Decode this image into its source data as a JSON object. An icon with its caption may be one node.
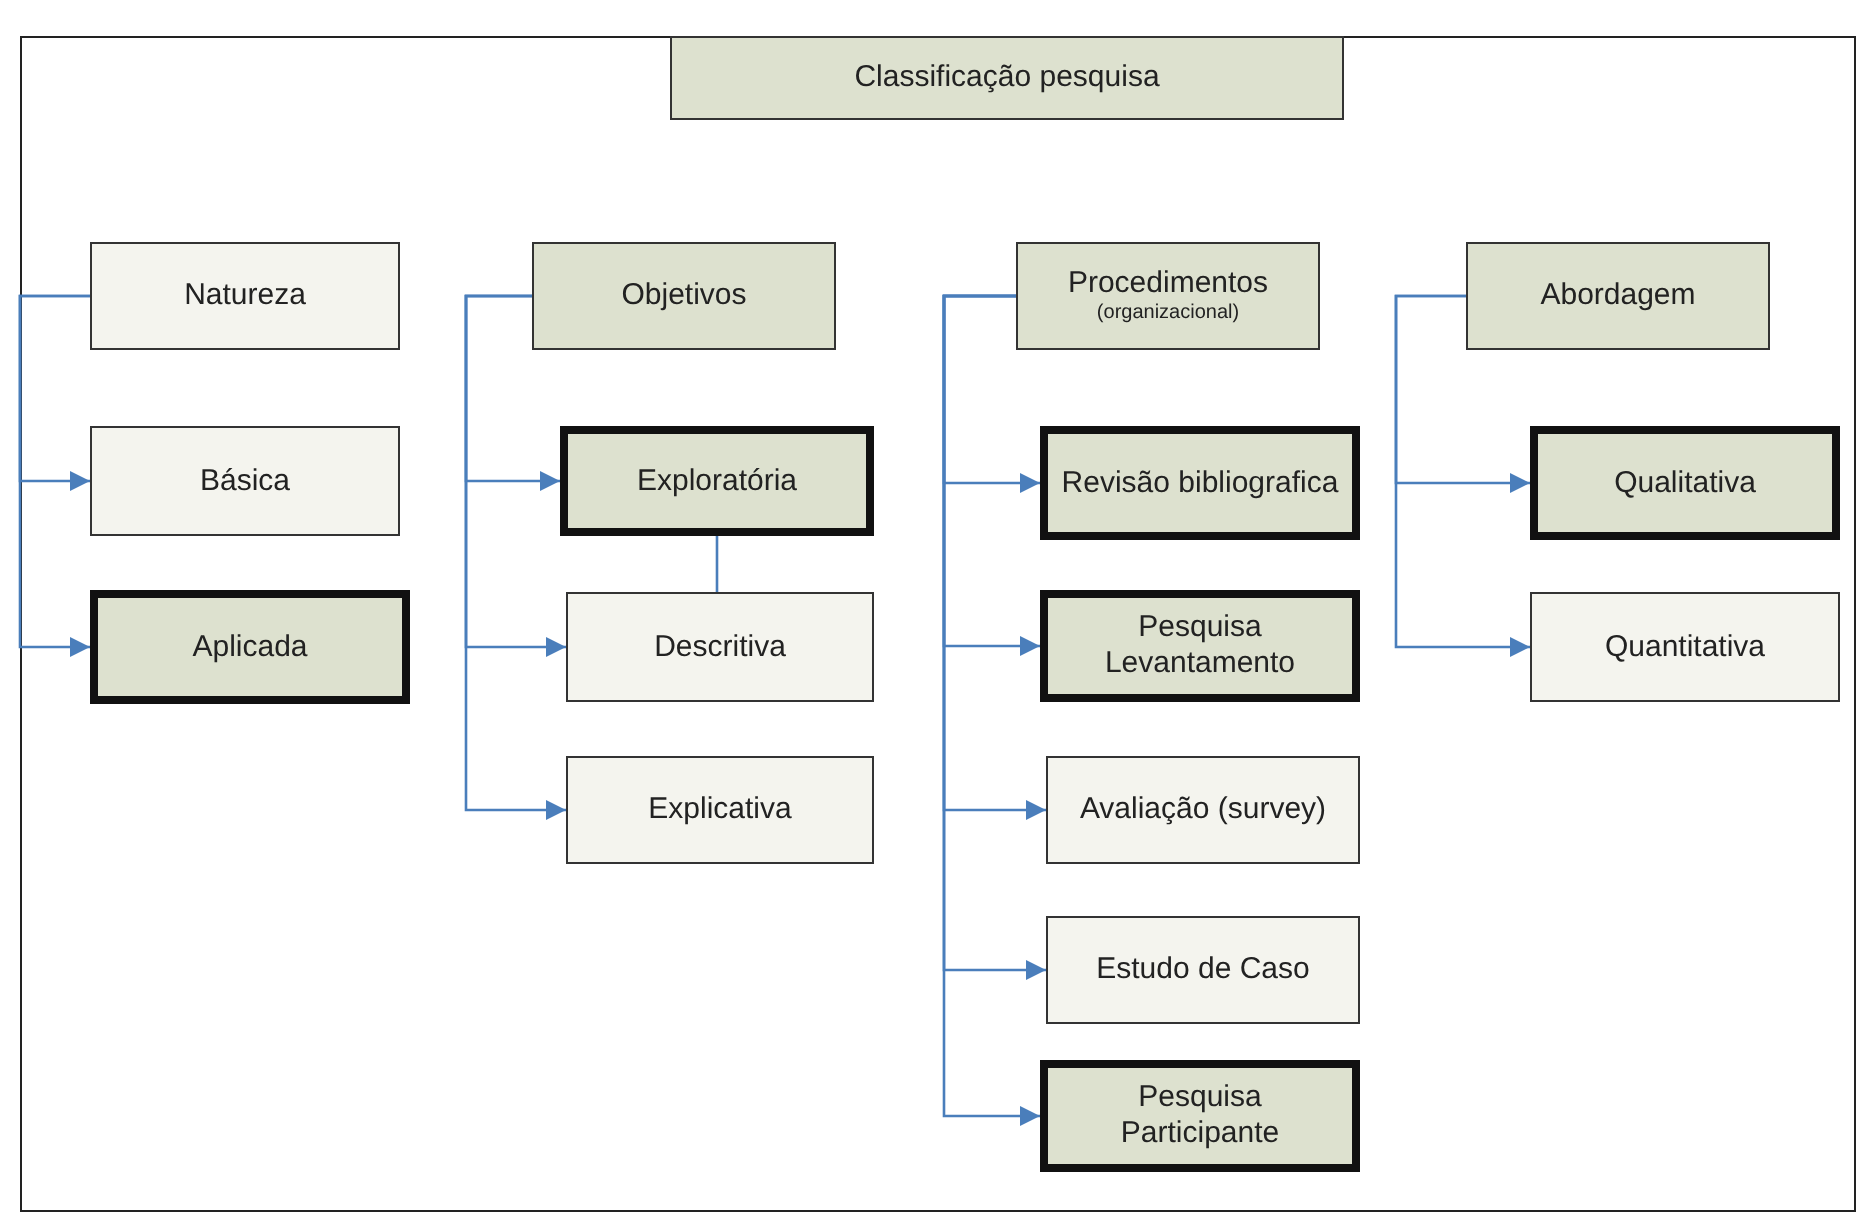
{
  "diagram": {
    "nodes": [
      {
        "text": [
          "Classificação pesquisa"
        ]
      },
      {
        "text": [
          "Natureza"
        ]
      },
      {
        "text": [
          "Básica"
        ]
      },
      {
        "text": [
          "Aplicada"
        ]
      },
      {
        "text": [
          "Objetivos"
        ]
      },
      {
        "text": [
          "Exploratória"
        ]
      },
      {
        "text": [
          "Descritiva"
        ]
      },
      {
        "text": [
          "Explicativa"
        ]
      },
      {
        "text": [
          "Procedimentos",
          "(organizacional)"
        ]
      },
      {
        "text": [
          "Revisão bibliografica"
        ]
      },
      {
        "text": [
          "Pesquisa Levantamento"
        ]
      },
      {
        "text": [
          "Avaliação (survey)"
        ]
      },
      {
        "text": [
          "Estudo de Caso"
        ]
      },
      {
        "text": [
          "Pesquisa Participante"
        ]
      },
      {
        "text": [
          "Abordagem"
        ]
      },
      {
        "text": [
          "Qualitativa"
        ]
      },
      {
        "text": [
          "Quantitativa"
        ]
      }
    ],
    "edges": [
      {
        "from": 1,
        "to": 2,
        "arrow": "to"
      },
      {
        "from": 1,
        "to": 3,
        "arrow": "to"
      },
      {
        "from": 4,
        "to": 5,
        "arrow": "to"
      },
      {
        "from": 4,
        "to": 6,
        "arrow": "to"
      },
      {
        "from": 4,
        "to": 7,
        "arrow": "to"
      },
      {
        "from": 5,
        "to": 6,
        "arrow": "none"
      },
      {
        "from": 8,
        "to": 9,
        "arrow": "to"
      },
      {
        "from": 8,
        "to": 10,
        "arrow": "to"
      },
      {
        "from": 8,
        "to": 11,
        "arrow": "to"
      },
      {
        "from": 8,
        "to": 12,
        "arrow": "to"
      },
      {
        "from": 8,
        "to": 13,
        "arrow": "to"
      },
      {
        "from": 14,
        "to": 15,
        "arrow": "to"
      },
      {
        "from": 14,
        "to": 16,
        "arrow": "to"
      }
    ]
  }
}
